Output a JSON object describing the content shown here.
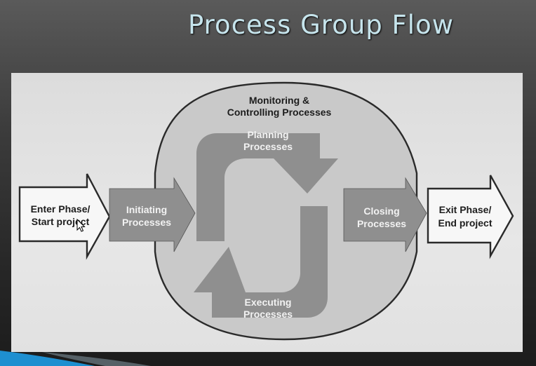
{
  "slide": {
    "title": "Process Group Flow"
  },
  "diagram": {
    "monitoring": {
      "line1": "Monitoring &",
      "line2": "Controlling Processes"
    },
    "enter": {
      "line1": "Enter Phase/",
      "line2": "Start project"
    },
    "initiating": {
      "line1": "Initiating",
      "line2": "Processes"
    },
    "planning": {
      "line1": "Planning",
      "line2": "Processes"
    },
    "executing": {
      "line1": "Executing",
      "line2": "Processes"
    },
    "closing": {
      "line1": "Closing",
      "line2": "Processes"
    },
    "exit": {
      "line1": "Exit Phase/",
      "line2": "End project"
    }
  },
  "colors": {
    "slide_background": "#2b2b2b",
    "title_text": "#c6e4ec",
    "photo_background": "#e2e2e2",
    "monitoring_oval": "#c9c9c9",
    "process_arrow": "#8f8f8f",
    "outline": "#2a2a2a",
    "accent": "#1e8fd0"
  }
}
